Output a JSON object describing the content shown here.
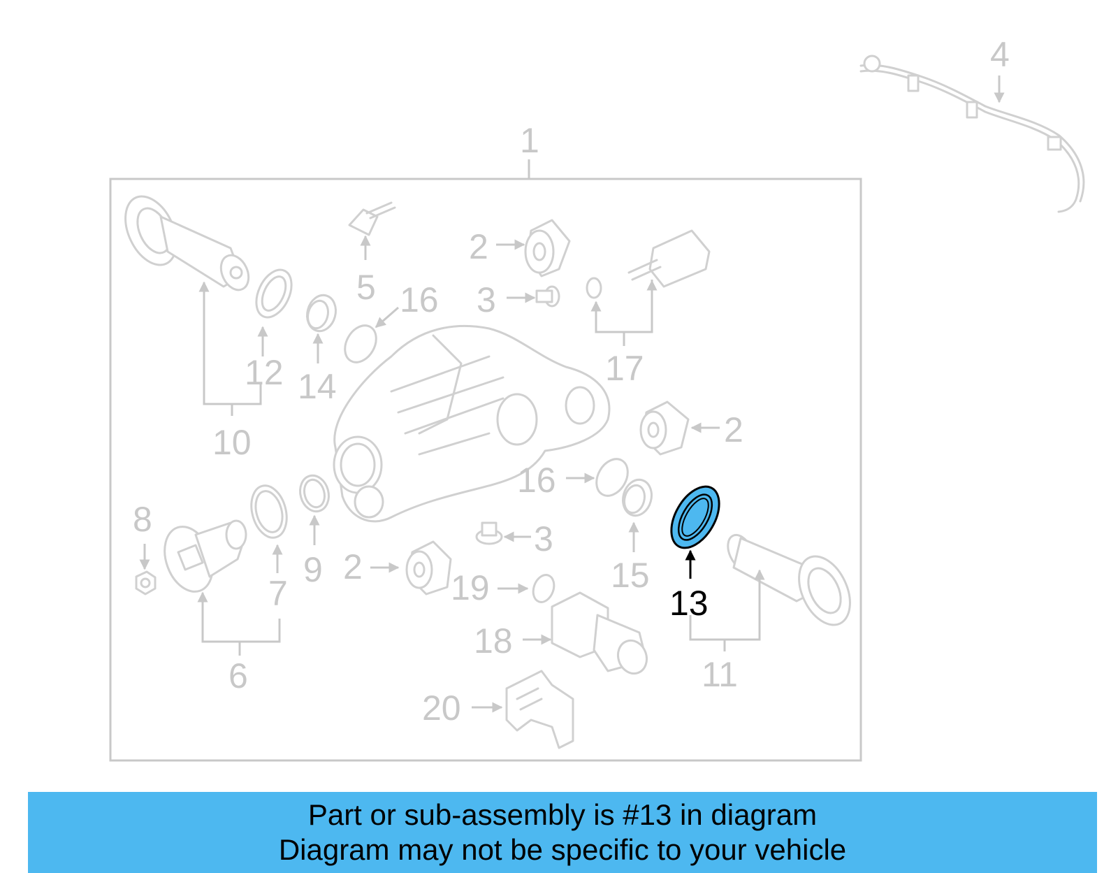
{
  "diagram": {
    "highlighted_part": "13",
    "labels": {
      "p1": "1",
      "p2a": "2",
      "p2b": "2",
      "p2c": "2",
      "p3a": "3",
      "p3b": "3",
      "p4": "4",
      "p5": "5",
      "p6": "6",
      "p7": "7",
      "p8": "8",
      "p9": "9",
      "p10": "10",
      "p11": "11",
      "p12": "12",
      "p13": "13",
      "p14": "14",
      "p15": "15",
      "p16a": "16",
      "p16b": "16",
      "p17": "17",
      "p18": "18",
      "p19": "19",
      "p20": "20"
    },
    "colors": {
      "highlight": "#4db8f0",
      "outline": "#d0d0d0",
      "banner": "#4db8f0"
    }
  },
  "banner": {
    "line1": "Part or sub-assembly is #13 in diagram",
    "line2": "Diagram may not be specific to your vehicle"
  }
}
